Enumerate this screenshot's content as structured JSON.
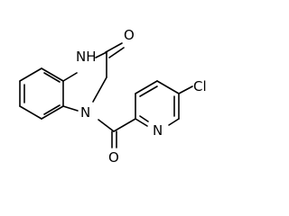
{
  "molecule": {
    "atoms": {
      "carbonyl_o": "O",
      "nh": "NH",
      "n4": "N",
      "amide_o": "O",
      "pyridine_n": "N",
      "chlorine": "Cl"
    }
  }
}
